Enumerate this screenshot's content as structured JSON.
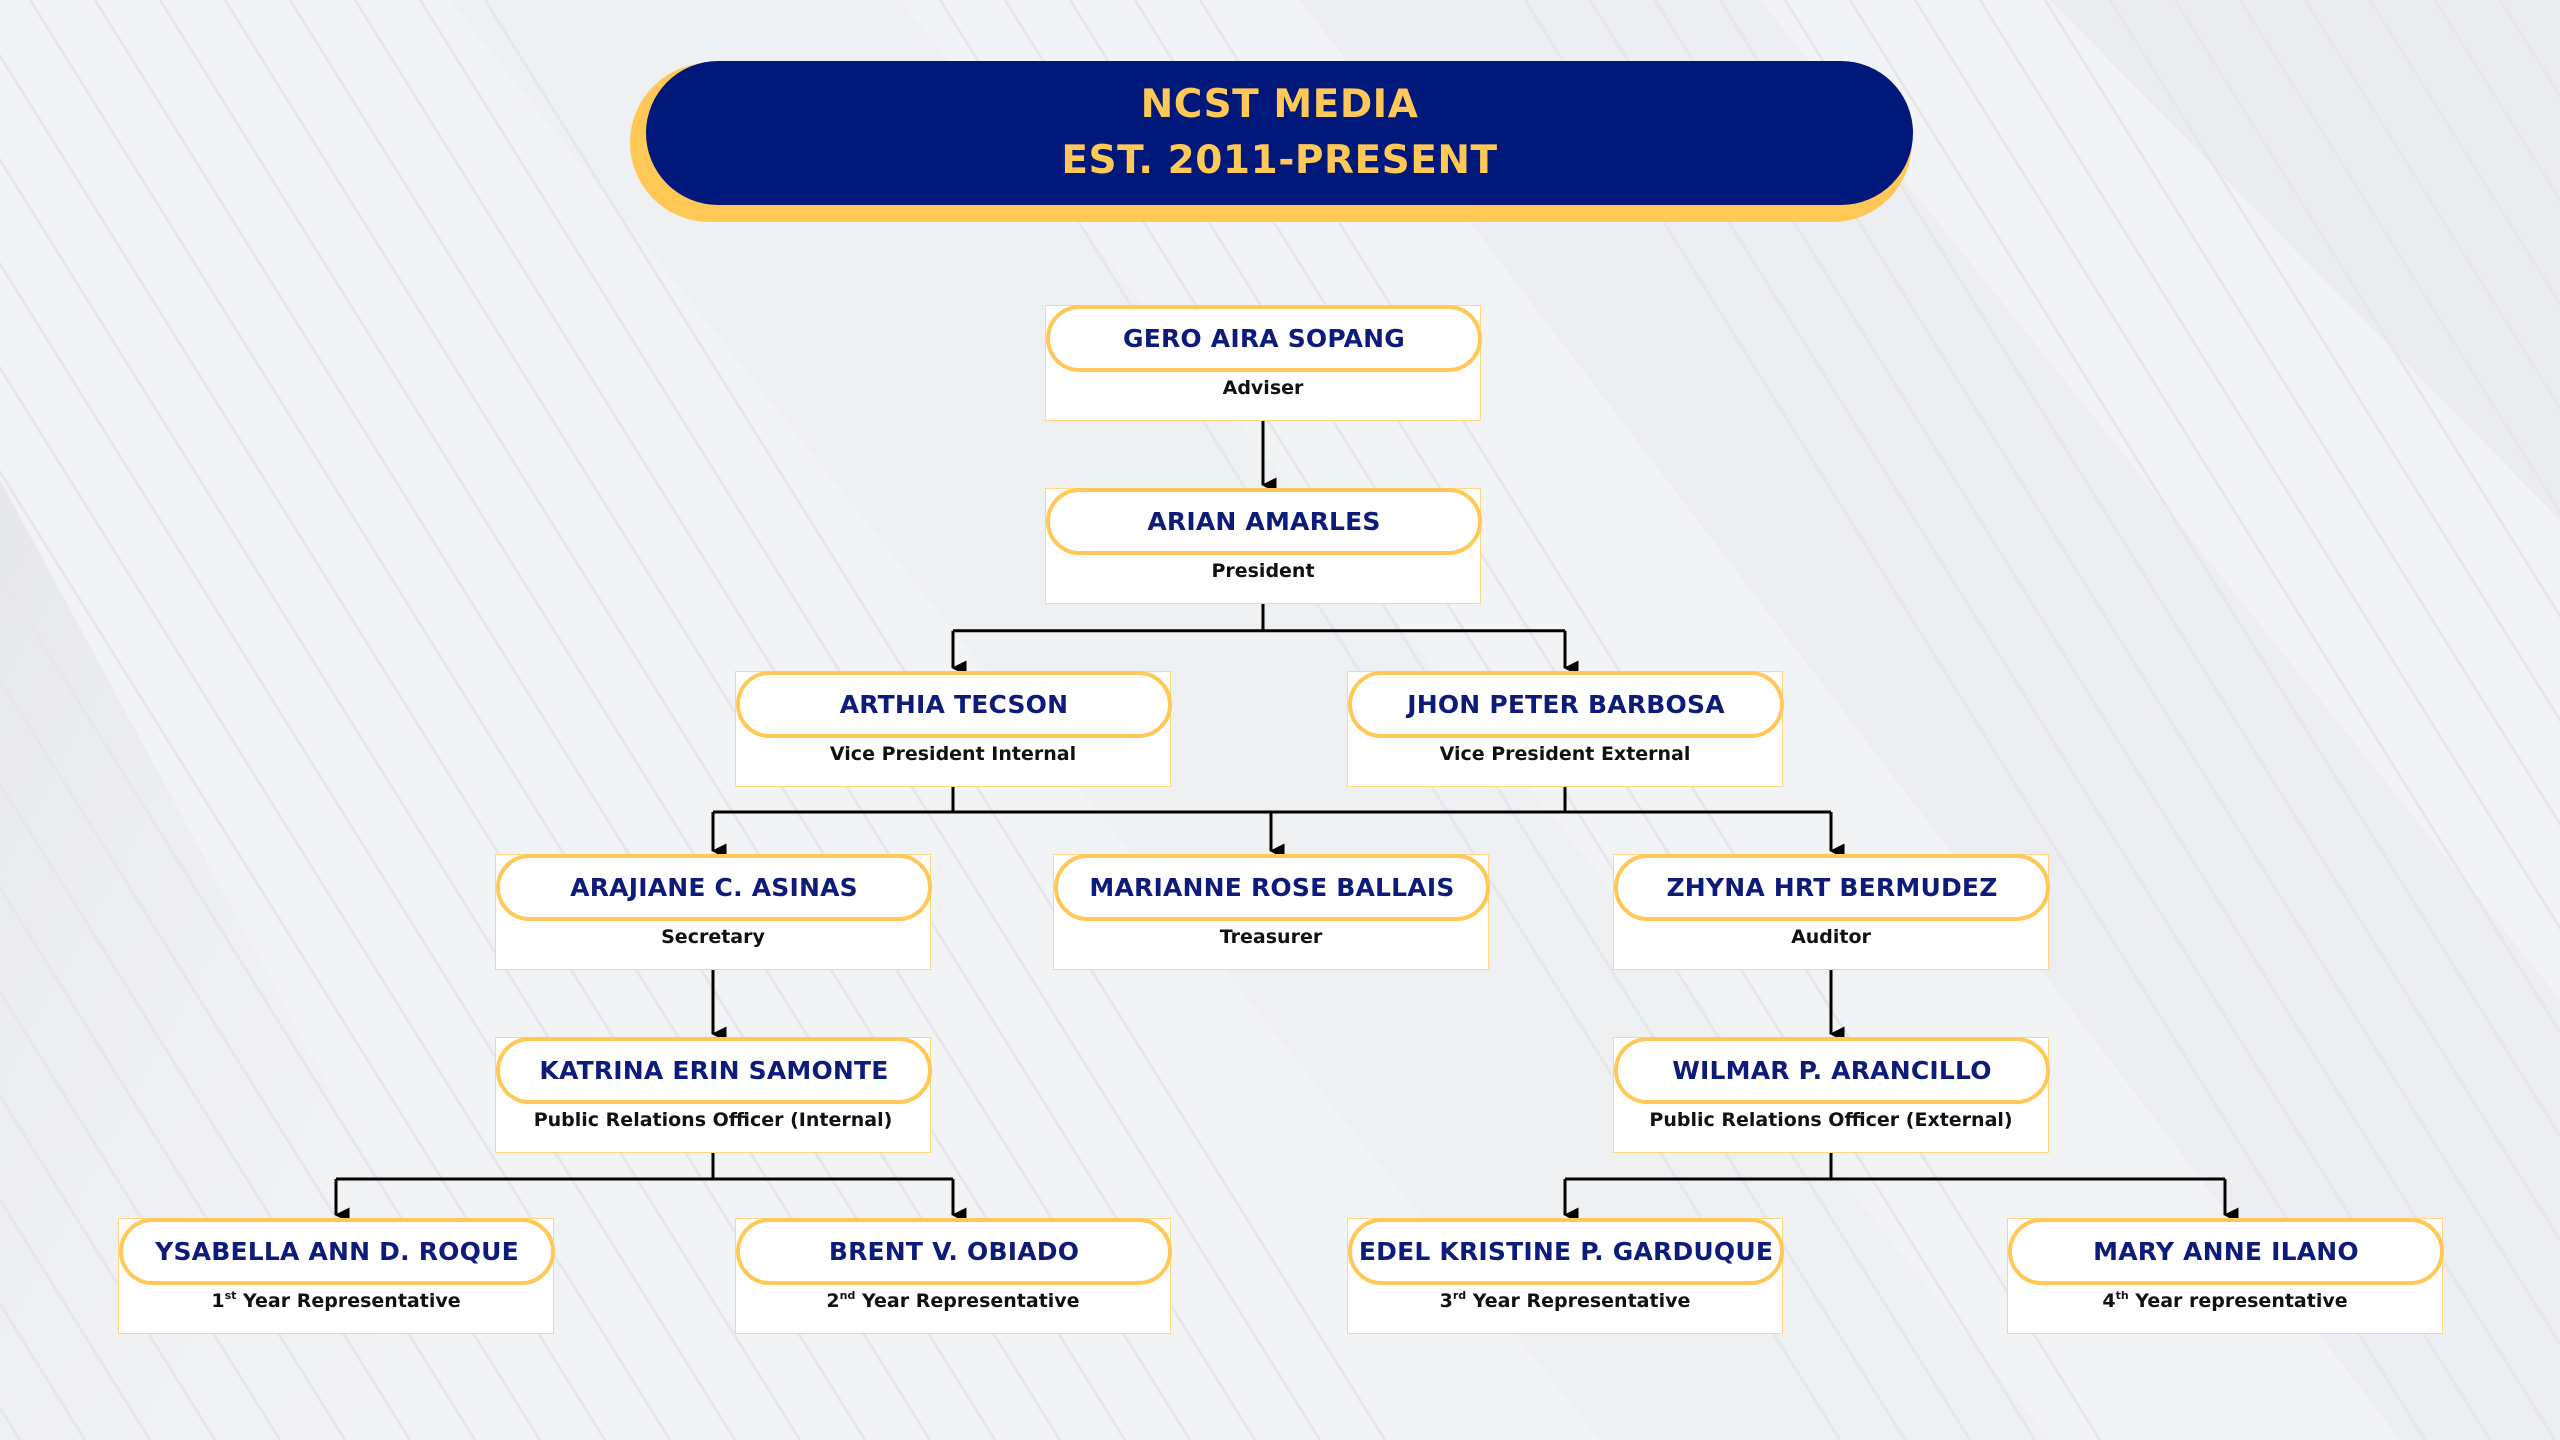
{
  "header": {
    "title": "NCST MEDIA",
    "subtitle": "EST. 2011-PRESENT"
  },
  "colors": {
    "navy": "#00187a",
    "gold": "#ffc857",
    "name_text": "#0d1b7a",
    "role_text": "#111111",
    "connector": "#000000",
    "background": "#f2f3f5"
  },
  "org_chart": {
    "nodes": [
      {
        "id": "adviser",
        "name": "GERO AIRA SOPANG",
        "role": "Adviser",
        "parent": null
      },
      {
        "id": "president",
        "name": "ARIAN AMARLES",
        "role": "President",
        "parent": "adviser"
      },
      {
        "id": "vp-internal",
        "name": "ARTHIA TECSON",
        "role": "Vice President Internal",
        "parent": "president"
      },
      {
        "id": "vp-external",
        "name": "JHON PETER BARBOSA",
        "role": "Vice President External",
        "parent": "president"
      },
      {
        "id": "secretary",
        "name": "ARAJIANE C. ASINAS",
        "role": "Secretary",
        "parent": "vp-internal"
      },
      {
        "id": "treasurer",
        "name": "MARIANNE ROSE BALLAIS",
        "role": "Treasurer",
        "parent": "vp-internal"
      },
      {
        "id": "auditor",
        "name": "ZHYNA HRT BERMUDEZ",
        "role": "Auditor",
        "parent": "vp-external"
      },
      {
        "id": "pro-internal",
        "name": "KATRINA ERIN SAMONTE",
        "role": "Public Relations Officer (Internal)",
        "parent": "secretary"
      },
      {
        "id": "pro-external",
        "name": "WILMAR P. ARANCILLO",
        "role": "Public Relations Officer (External)",
        "parent": "auditor"
      },
      {
        "id": "rep-1",
        "name": "YSABELLA ANN D. ROQUE",
        "role_ordinal": "1",
        "role_suffix": "st",
        "role": " Year Representative",
        "parent": "pro-internal"
      },
      {
        "id": "rep-2",
        "name": "BRENT V. OBIADO",
        "role_ordinal": "2",
        "role_suffix": "nd",
        "role": " Year Representative",
        "parent": "pro-internal"
      },
      {
        "id": "rep-3",
        "name": "EDEL KRISTINE P. GARDUQUE",
        "role_ordinal": "3",
        "role_suffix": "rd",
        "role": " Year Representative",
        "parent": "pro-external"
      },
      {
        "id": "rep-4",
        "name": "MARY ANNE ILANO",
        "role_ordinal": "4",
        "role_suffix": "th",
        "role": " Year representative",
        "parent": "pro-external"
      }
    ]
  }
}
